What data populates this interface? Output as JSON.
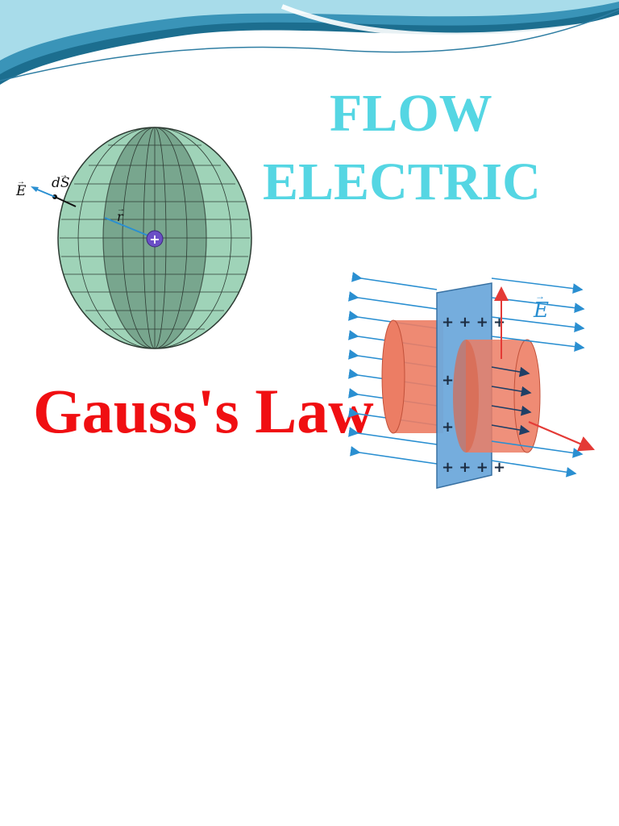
{
  "slide": {
    "title_lines": [
      "FLOW",
      "ELECTRIC"
    ],
    "subtitle": "Gauss's Law"
  },
  "sphere_figure": {
    "labels": {
      "field": "E",
      "area": "dS",
      "radius": "r",
      "charge": "+"
    }
  },
  "plate_figure": {
    "labels": {
      "field": "E",
      "plus_row": "+ + + +",
      "plus": "+"
    }
  },
  "colors": {
    "title": "#55d6e3",
    "subtitle": "#f00f12",
    "wave_dark": "#1c6e8f",
    "wave_light": "#a8dcea",
    "sphere_fill": "#9fd3b8",
    "sphere_inner": "#6f9b84",
    "charge": "#6a4fc6",
    "field_lines": "#2a8fd1",
    "plate": "#6ea9dc",
    "cylinder": "#ec7d64",
    "field_arrow": "#e43a36"
  }
}
